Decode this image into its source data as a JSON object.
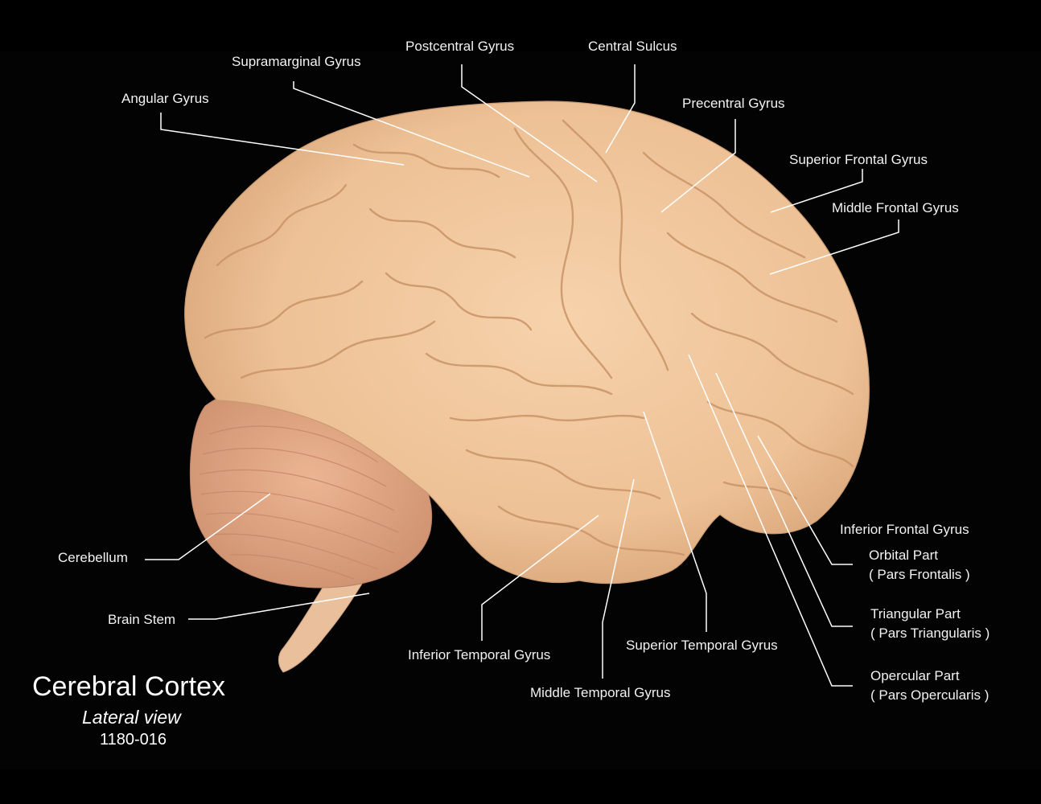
{
  "title": {
    "main": "Cerebral Cortex",
    "view": "Lateral view",
    "code": "1180-016"
  },
  "labels": {
    "supramarginal_gyrus": "Supramarginal Gyrus",
    "postcentral_gyrus": "Postcentral Gyrus",
    "central_sulcus": "Central Sulcus",
    "angular_gyrus": "Angular Gyrus",
    "precentral_gyrus": "Precentral Gyrus",
    "superior_frontal_gyrus": "Superior Frontal Gyrus",
    "middle_frontal_gyrus": "Middle Frontal Gyrus",
    "inferior_frontal_gyrus": "Inferior Frontal Gyrus",
    "orbital_part": "Orbital Part",
    "orbital_part_latin": "( Pars Frontalis )",
    "triangular_part": "Triangular Part",
    "triangular_part_latin": "( Pars Triangularis )",
    "opercular_part": "Opercular Part",
    "opercular_part_latin": "( Pars Opercularis )",
    "cerebellum": "Cerebellum",
    "brain_stem": "Brain Stem",
    "inferior_temporal_gyrus": "Inferior Temporal Gyrus",
    "superior_temporal_gyrus": "Superior Temporal Gyrus",
    "middle_temporal_gyrus": "Middle Temporal Gyrus"
  },
  "colors": {
    "background": "#000000",
    "brain": "#efc49a",
    "cerebellum": "#e6ab88",
    "label_text": "#f2f2f2",
    "leader_line": "#ffffff"
  }
}
